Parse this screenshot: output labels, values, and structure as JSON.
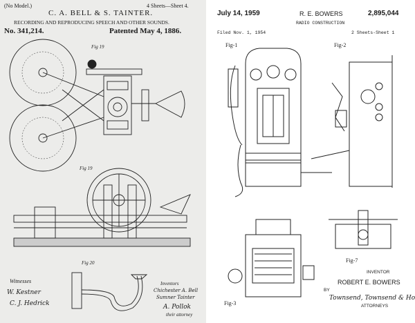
{
  "left_patent": {
    "model_note": "(No Model.)",
    "sheets": "4 Sheets—Sheet 4.",
    "inventors": "C. A. BELL & S. TAINTER.",
    "title": "RECORDING AND REPRODUCING SPEECH AND OTHER SOUNDS.",
    "number": "No. 341,214.",
    "date": "Patented May 4, 1886.",
    "figures": {
      "fig19": "Fig 19",
      "fig19b": "Fig 19",
      "fig20": "Fig 20"
    },
    "witnesses_label": "Witnesses",
    "witness_1": "W. Kestner",
    "witness_2": "C. J. Hedrick",
    "inventors_label": "Inventors",
    "inventor_sig_1": "Chichester A. Bell",
    "inventor_sig_2": "Sumner Tainter",
    "attorney_sig": "A. Pollok",
    "attorney_label": "their attorney"
  },
  "right_patent": {
    "date": "July 14, 1959",
    "inventor_header": "R. E. BOWERS",
    "number": "2,895,044",
    "title": "RADIO CONSTRUCTION",
    "filed": "Filed Nov. 1, 1954",
    "sheets": "2 Sheets-Sheet 1",
    "figures": {
      "fig1": "Fig-1",
      "fig2": "Fig-2",
      "fig3": "Fig-3",
      "fig7": "Fig-7"
    },
    "inventor_label": "INVENTOR",
    "inventor_name": "ROBERT E. BOWERS",
    "by_label": "BY",
    "attorney_sig": "Townsend, Townsend & Hoppe",
    "attorneys_label": "ATTORNEYS"
  }
}
